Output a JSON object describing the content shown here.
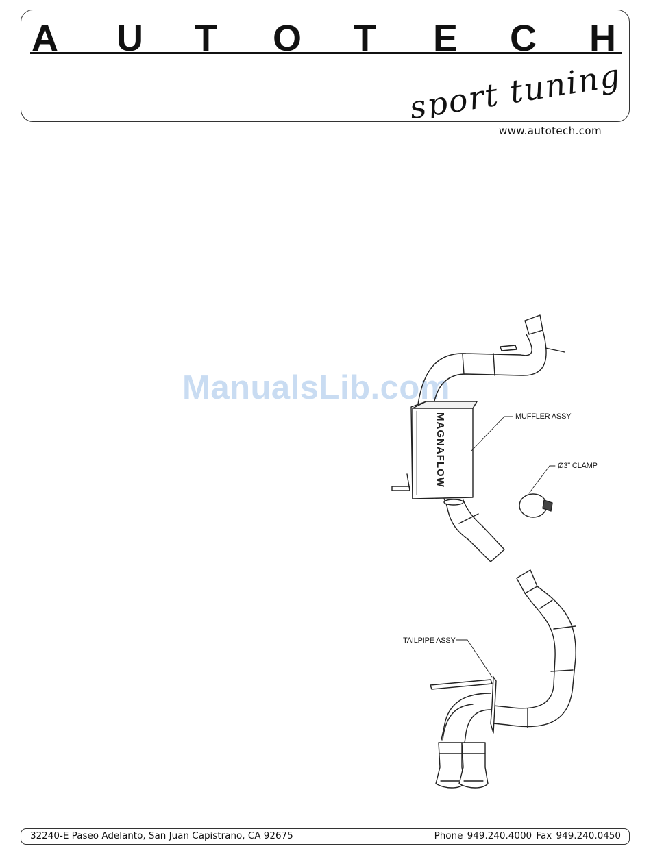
{
  "header": {
    "brand_letters": [
      "A",
      "U",
      "T",
      "O",
      "T",
      "E",
      "C",
      "H"
    ],
    "tagline": "sport tuning",
    "website": "www.autotech.com"
  },
  "watermark": "ManualsLib.com",
  "diagram": {
    "labels": {
      "muffler": "MUFFLER ASSY",
      "clamp": "Ø3\" CLAMP",
      "tailpipe": "TAILPIPE ASSY"
    },
    "muffler_text": "MAGNAFLOW"
  },
  "footer": {
    "address": "32240-E Paseo Adelanto, San Juan Capistrano, CA 92675",
    "phone": "Phone 949.240.4000  Fax 949.240.0450"
  }
}
